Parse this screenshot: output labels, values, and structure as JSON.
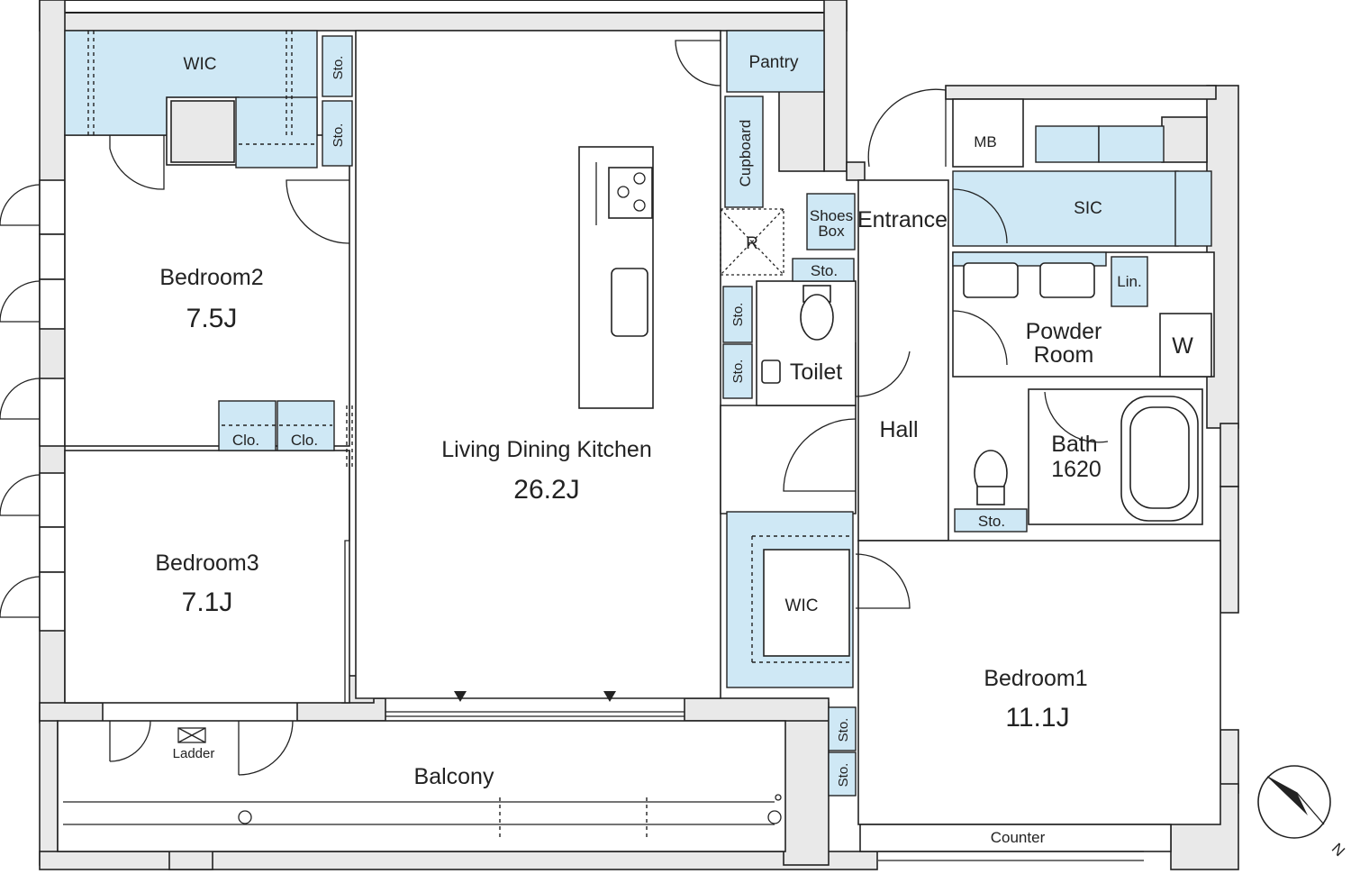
{
  "rooms": {
    "bedroom2": {
      "name": "Bedroom2",
      "size": "7.5J"
    },
    "bedroom3": {
      "name": "Bedroom3",
      "size": "7.1J"
    },
    "ldk": {
      "name": "Living Dining Kitchen",
      "size": "26.2J"
    },
    "bedroom1": {
      "name": "Bedroom1",
      "size": "11.1J"
    },
    "balcony": "Balcony",
    "wic_top": "WIC",
    "wic_mid": "WIC",
    "pantry": "Pantry",
    "cupboard": "Cupboard",
    "entrance": "Entrance",
    "shoes_box_1": "Shoes",
    "shoes_box_2": "Box",
    "toilet": "Toilet",
    "hall": "Hall",
    "sic": "SIC",
    "mb": "MB",
    "lin": "Lin.",
    "powder_1": "Powder",
    "powder_2": "Room",
    "washer": "W",
    "bath_1": "Bath",
    "bath_2": "1620",
    "counter": "Counter",
    "ladder": "Ladder",
    "fridge": "R",
    "sto": "Sto.",
    "clo": "Clo."
  },
  "compass": {
    "letter": "N"
  }
}
